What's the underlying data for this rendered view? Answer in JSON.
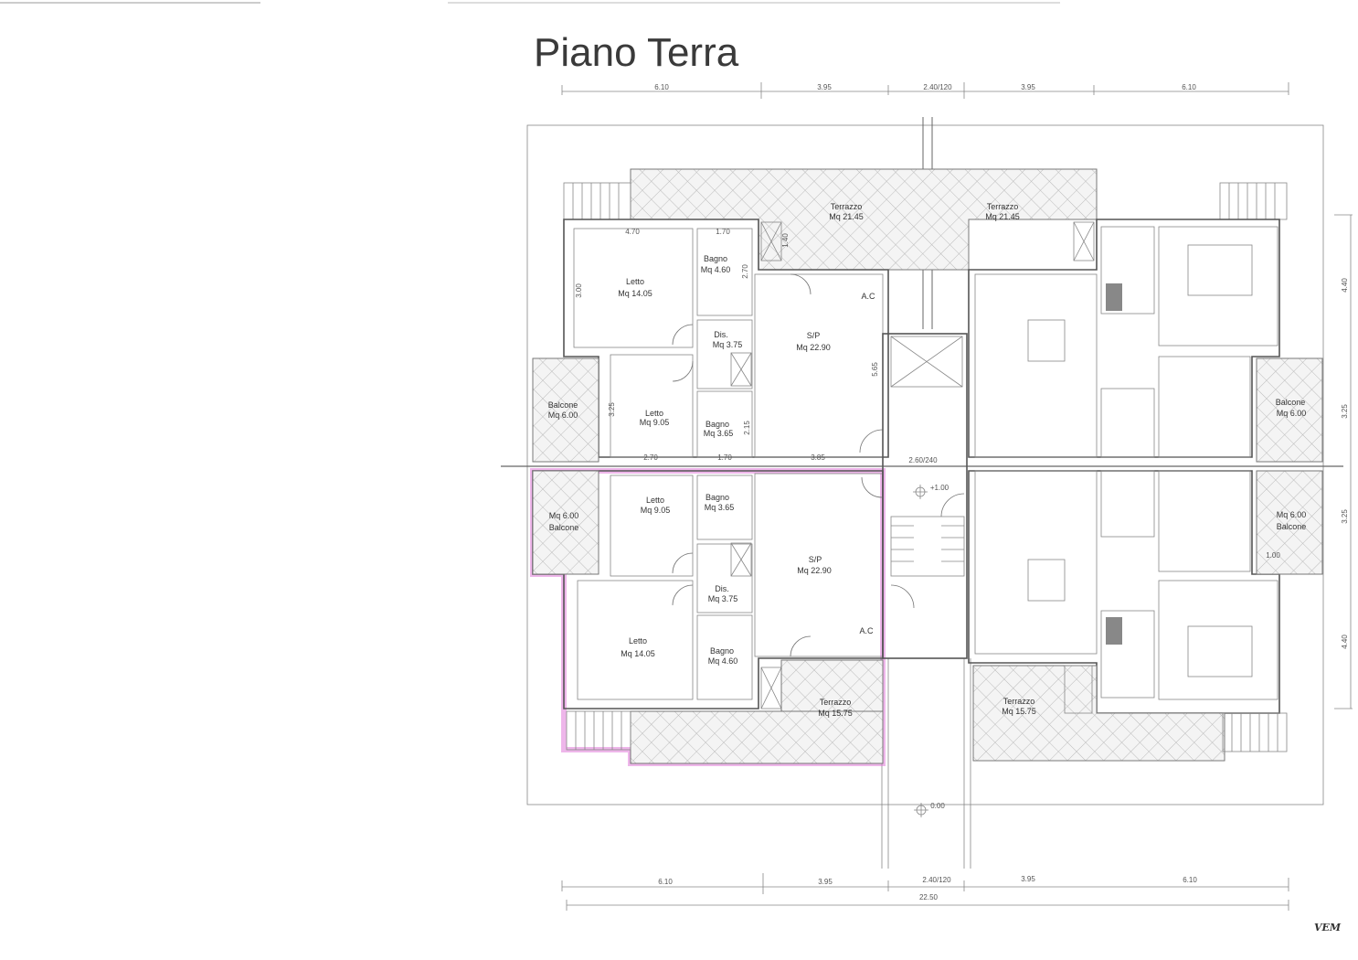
{
  "title": "Piano Terra",
  "signature": "VEM",
  "highlight_color": "#e07ad8",
  "dimensions_top": [
    "6.10",
    "3.95",
    "2.40/120",
    "3.95",
    "6.10"
  ],
  "dimensions_bottom": [
    "6.10",
    "3.95",
    "2.40/120",
    "3.95",
    "6.10"
  ],
  "total_width": "22.50",
  "dimensions_right": [
    "4.40",
    "3.25",
    "3.25",
    "4.40"
  ],
  "stair_width": "2.60/240",
  "elevation_upper": "+1.00",
  "elevation_ground": "0.00",
  "rooms": {
    "terrazzo_top_left": {
      "name": "Terrazzo",
      "area": "Mq 21.45"
    },
    "terrazzo_top_right": {
      "name": "Terrazzo",
      "area": "Mq 21.45"
    },
    "letto_a1": {
      "name": "Letto",
      "area": "Mq 14.05"
    },
    "bagno_a1": {
      "name": "Bagno",
      "area": "Mq 4.60"
    },
    "dis_a": {
      "name": "Dis.",
      "area": "Mq 3.75"
    },
    "sp_a": {
      "name": "S/P",
      "area": "Mq 22.90"
    },
    "ac_a": "A.C",
    "letto_a2": {
      "name": "Letto",
      "area": "Mq 9.05"
    },
    "bagno_a2": {
      "name": "Bagno",
      "area": "Mq 3.65"
    },
    "balcone_a": {
      "name": "Balcone",
      "area": "Mq 6.00"
    },
    "balcone_b": {
      "name": "Balcone",
      "area": "Mq 6.00"
    },
    "letto_b2": {
      "name": "Letto",
      "area": "Mq 9.05"
    },
    "bagno_b2": {
      "name": "Bagno",
      "area": "Mq 3.65"
    },
    "dis_b": {
      "name": "Dis.",
      "area": "Mq 3.75"
    },
    "sp_b": {
      "name": "S/P",
      "area": "Mq 22.90"
    },
    "ac_b": "A.C",
    "letto_b1": {
      "name": "Letto",
      "area": "Mq 14.05"
    },
    "bagno_b1": {
      "name": "Bagno",
      "area": "Mq 4.60"
    },
    "terrazzo_bottom_left": {
      "name": "Terrazzo",
      "area": "Mq 15.75"
    },
    "terrazzo_bottom_right": {
      "name": "Terrazzo",
      "area": "Mq 15.75"
    },
    "balcone_c": {
      "name": "Balcone",
      "area": "Mq 6.00"
    },
    "balcone_d": {
      "name": "Balcone",
      "area": "Mq 6.00"
    }
  },
  "room_dims": [
    "4.70",
    "1.70",
    "3.00",
    "2.70",
    "1.40",
    "5.65",
    "3.25",
    "2.15",
    "2.70",
    "1.70",
    "3.85",
    "1.00"
  ]
}
